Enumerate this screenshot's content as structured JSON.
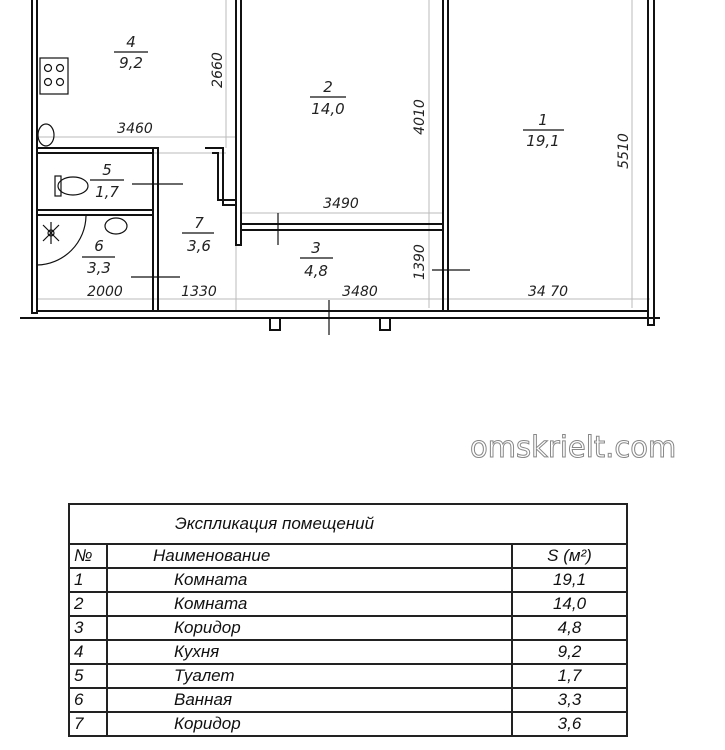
{
  "plan": {
    "rooms": [
      {
        "num": "1",
        "area": "19,1"
      },
      {
        "num": "2",
        "area": "14,0"
      },
      {
        "num": "3",
        "area": "4,8"
      },
      {
        "num": "4",
        "area": "9,2"
      },
      {
        "num": "5",
        "area": "1,7"
      },
      {
        "num": "6",
        "area": "3,3"
      },
      {
        "num": "7",
        "area": "3,6"
      }
    ],
    "dimensions": {
      "d2660": "2660",
      "d4010": "4010",
      "d5510": "5510",
      "d3460": "3460",
      "d3490": "3490",
      "d1390": "1390",
      "d2000": "2000",
      "d1330": "1330",
      "d3480": "3480",
      "d3470": "34 70"
    }
  },
  "table": {
    "title": "Экспликация помещений",
    "headers": {
      "num": "№",
      "name": "Наименование",
      "area": "S (м²)"
    },
    "rows": [
      {
        "num": "1",
        "name": "Комната",
        "area": "19,1"
      },
      {
        "num": "2",
        "name": "Комната",
        "area": "14,0"
      },
      {
        "num": "3",
        "name": "Коридор",
        "area": "4,8"
      },
      {
        "num": "4",
        "name": "Кухня",
        "area": "9,2"
      },
      {
        "num": "5",
        "name": "Туалет",
        "area": "1,7"
      },
      {
        "num": "6",
        "name": "Ванная",
        "area": "3,3"
      },
      {
        "num": "7",
        "name": "Коридор",
        "area": "3,6"
      }
    ]
  },
  "watermark": "omskrielt.com"
}
